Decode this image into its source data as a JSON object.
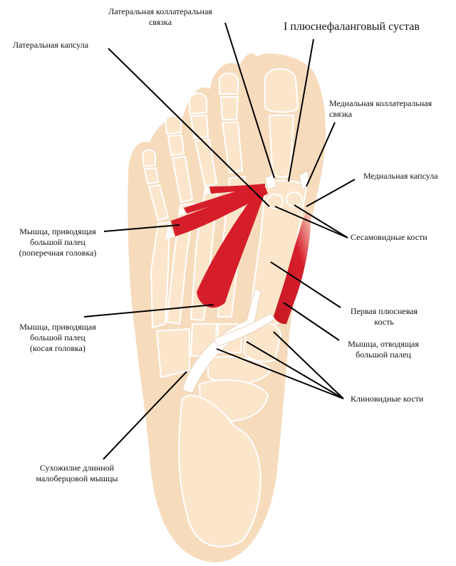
{
  "labels": {
    "lateral_collateral_ligament": "Латеральная коллатеральная\nсвязка",
    "joint_title": "I плюснефаланговый сустав",
    "lateral_capsule": "Латеральная капсула",
    "medial_collateral_ligament": "Медиальная коллатеральная\nсвязка",
    "medial_capsule": "Медиальная капсула",
    "sesamoid_bones": "Сесамовидные кости",
    "adductor_transverse_head": "Мышца, приводящая\nбольшой палец\n(поперечная головка)",
    "first_metatarsal": "Первая плюсневая\nкость",
    "adductor_oblique_head": "Мышца, приводящая\nбольшой палец\n(косая головка)",
    "abductor_hallucis": "Мышца, отводящая\nбольшой палец",
    "cuneiform_bones": "Клиновидные кости",
    "peroneus_longus_tendon": "Сухожилие длинной\nмалоберцовой  мышцы"
  },
  "colors": {
    "skin": "#f6dcbd",
    "bone": "#fbe6cc",
    "bone_outline": "#ffffff",
    "muscle": "#d61e2a",
    "line": "#000000"
  }
}
